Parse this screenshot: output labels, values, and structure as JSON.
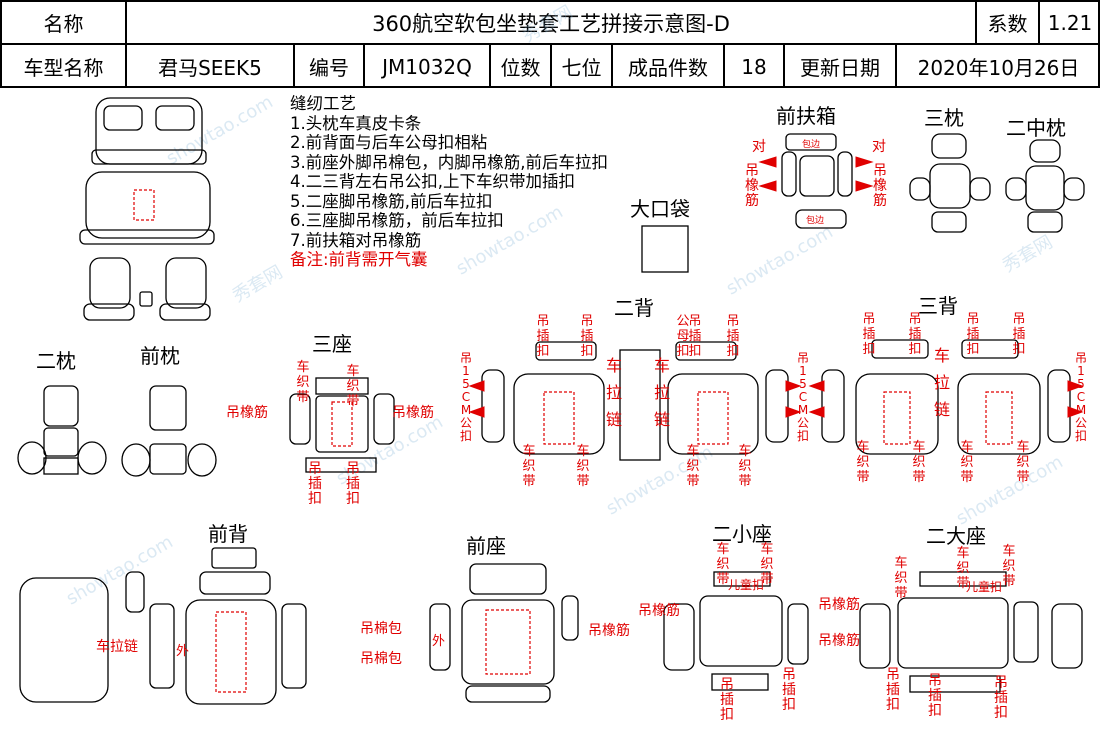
{
  "header": {
    "name_label": "名称",
    "title": "360航空软包坐垫套工艺拼接示意图-D",
    "coef_label": "系数",
    "coef_value": "1.21",
    "model_label": "车型名称",
    "model_value": "君马SEEK5",
    "code_label": "编号",
    "code_value": "JM1032Q",
    "seats_label": "位数",
    "seats_value": "七位",
    "pieces_label": "成品件数",
    "pieces_value": "18",
    "update_label": "更新日期",
    "update_value": "2020年10月26日"
  },
  "notes": {
    "title": "缝纫工艺",
    "items": [
      "1.头枕车真皮卡条",
      "2.前背面与后车公母扣相粘",
      "3.前座外脚吊棉包，内脚吊橡筋,前后车拉扣",
      "4.二三背左右吊公扣,上下车织带加插扣",
      "5.二座脚吊橡筋,前后车拉扣",
      "6.三座脚吊橡筋，前后车拉扣",
      "7.前扶箱对吊橡筋"
    ],
    "remark": "备注:前背需开气囊"
  },
  "sections": {
    "front_armrest": "前扶箱",
    "third_headrest": "三枕",
    "second_center_headrest": "二中枕",
    "big_pocket": "大口袋",
    "second_headrest": "二枕",
    "front_headrest": "前枕",
    "third_seat": "三座",
    "second_back": "二背",
    "third_back": "三背",
    "front_back": "前背",
    "front_seat": "前座",
    "second_small_seat": "二小座",
    "second_big_seat": "二大座"
  },
  "callouts": {
    "dui": "对",
    "diao_xiang_jin": "吊橡筋",
    "bao_bian": "包边",
    "che_zhi_dai": "车织带",
    "diao_cha_kou": "吊插扣",
    "diao_15cm_gong_kou": "吊15CM公扣",
    "che_la_lian": "车拉链",
    "gong_mu_kou": "公母扣",
    "diao_mian_bao": "吊棉包",
    "wai": "外",
    "er_tong_kou": "儿童扣"
  },
  "watermark": {
    "site": "showtao.com",
    "brand": "秀套网"
  }
}
